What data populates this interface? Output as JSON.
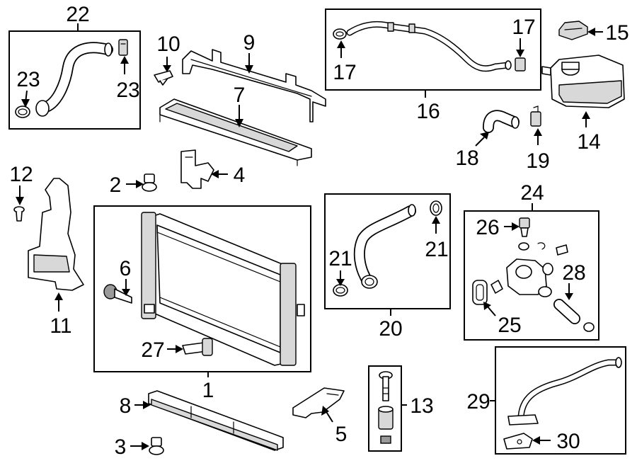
{
  "parts": {
    "p1": "1",
    "p2": "2",
    "p3": "3",
    "p4": "4",
    "p5": "5",
    "p6": "6",
    "p7": "7",
    "p8": "8",
    "p9": "9",
    "p10": "10",
    "p11": "11",
    "p12": "12",
    "p13": "13",
    "p14": "14",
    "p15": "15",
    "p16": "16",
    "p17a": "17",
    "p17b": "17",
    "p18": "18",
    "p19": "19",
    "p20": "20",
    "p21a": "21",
    "p21b": "21",
    "p22": "22",
    "p23a": "23",
    "p23b": "23",
    "p24": "24",
    "p25": "25",
    "p26": "26",
    "p27": "27",
    "p28": "28",
    "p29": "29",
    "p30": "30"
  }
}
